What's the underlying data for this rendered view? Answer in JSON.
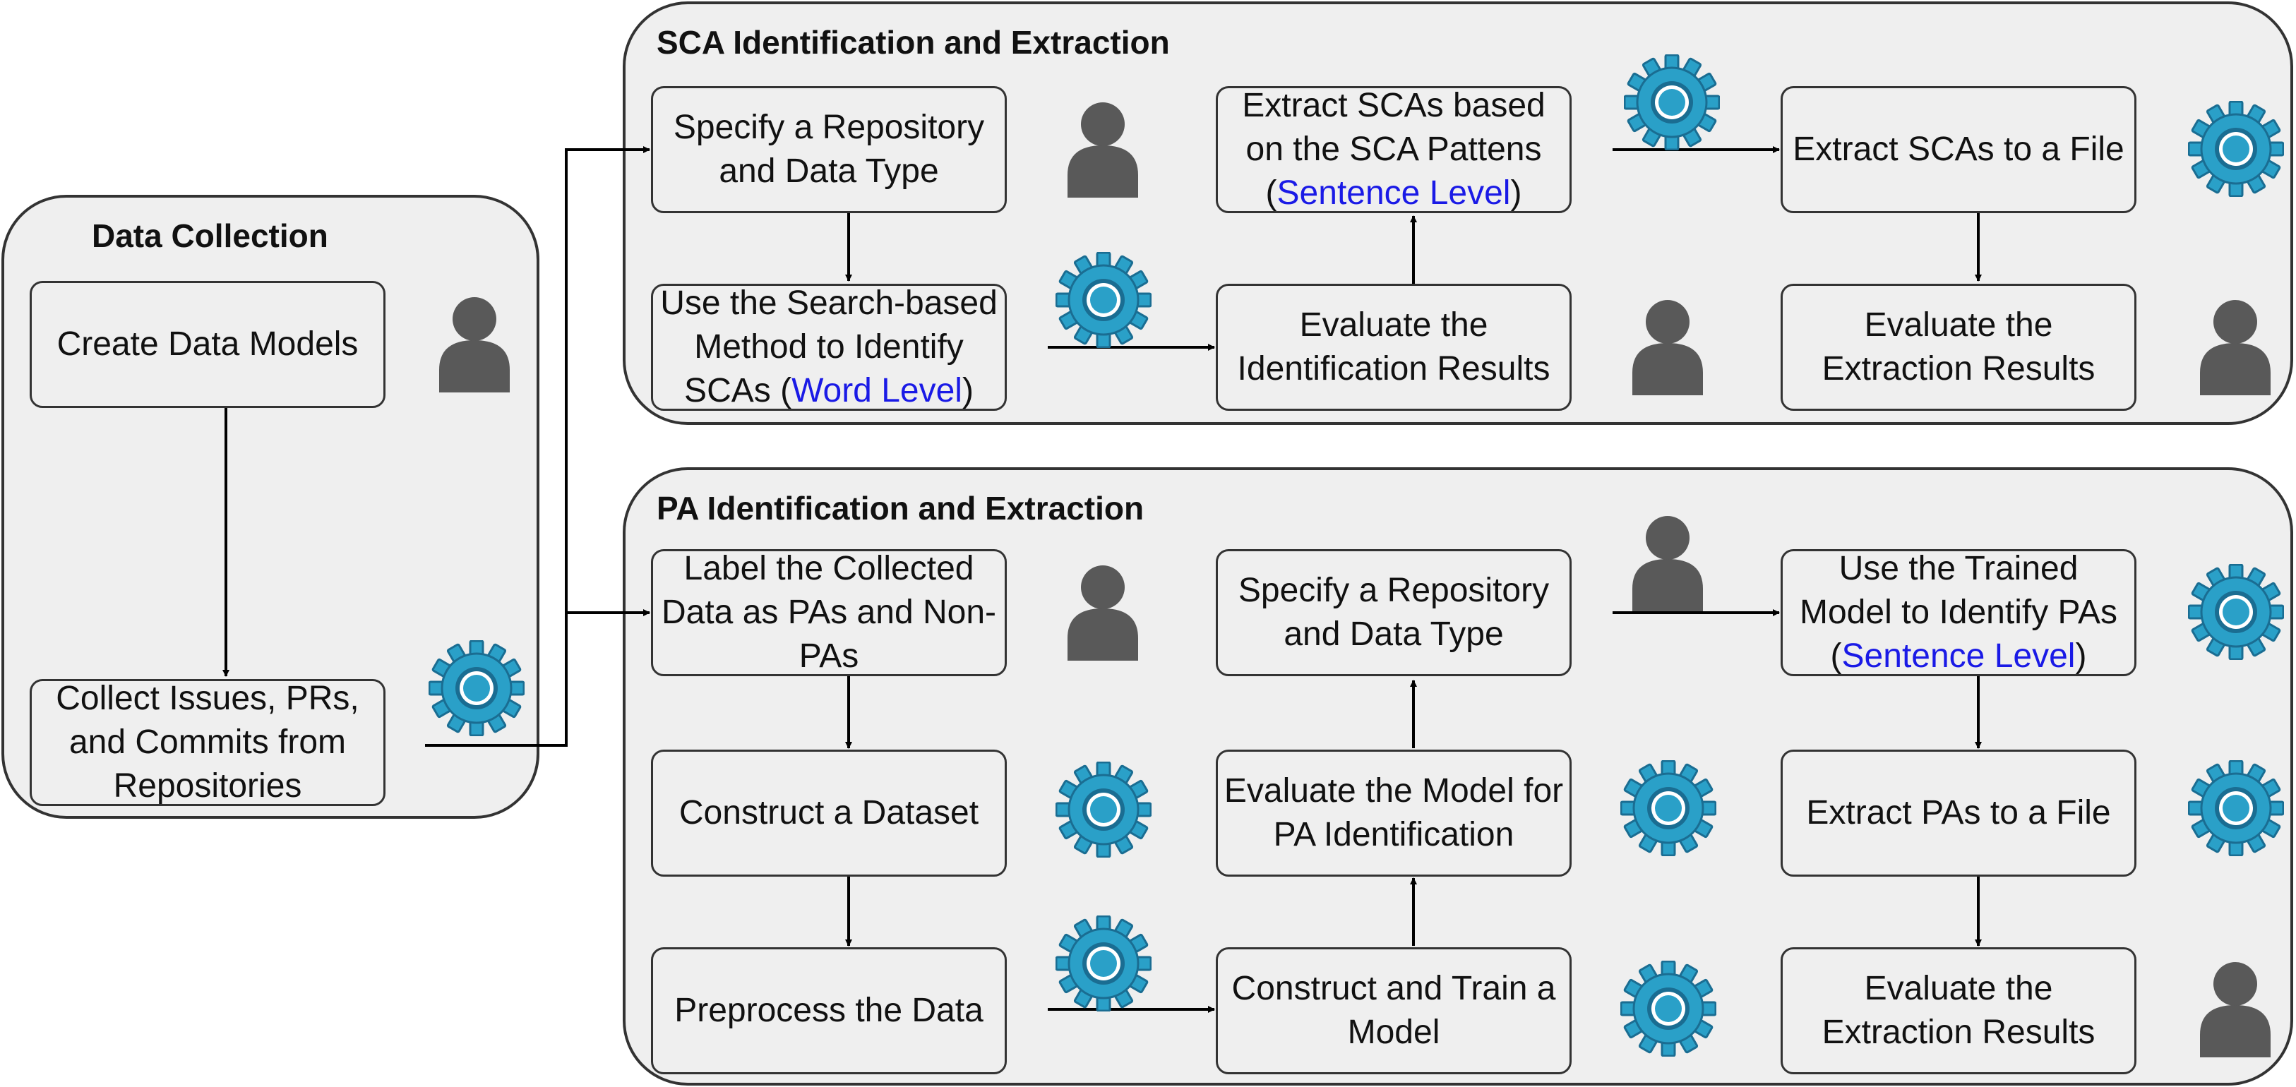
{
  "groups": {
    "data_collection": "Data Collection",
    "sca": "SCA Identification and Extraction",
    "pa": "PA Identification and Extraction"
  },
  "steps": {
    "create_models": {
      "text": "Create Data Models"
    },
    "collect": {
      "text": "Collect Issues, PRs, and Commits from Repositories"
    },
    "sca_specify": {
      "text": "Specify a Repository and Data Type"
    },
    "sca_search": {
      "pre": "Use the Search-based Method to Identify SCAs (",
      "link": "Word Level",
      "post": ")"
    },
    "sca_eval_ident": {
      "text": "Evaluate the Identification Results"
    },
    "sca_extract_patterns": {
      "pre": "Extract SCAs based on the SCA Pattens (",
      "link": "Sentence Level",
      "post": ")"
    },
    "sca_extract_file": {
      "text": "Extract SCAs to a File"
    },
    "sca_eval_extract": {
      "text": "Evaluate the Extraction Results"
    },
    "pa_label": {
      "text": "Label the Collected Data as PAs and Non-PAs"
    },
    "pa_dataset": {
      "text": "Construct a Dataset"
    },
    "pa_preprocess": {
      "text": "Preprocess the Data"
    },
    "pa_train": {
      "text": "Construct and Train a Model"
    },
    "pa_eval_model": {
      "text": "Evaluate the Model for PA Identification"
    },
    "pa_specify": {
      "text": "Specify a Repository and Data Type"
    },
    "pa_use_model": {
      "pre": "Use the Trained Model to Identify PAs (",
      "link": "Sentence Level",
      "post": ")"
    },
    "pa_extract_file": {
      "text": "Extract PAs to a File"
    },
    "pa_eval_extract": {
      "text": "Evaluate the Extraction Results"
    }
  },
  "icons": {
    "manual": "person-icon",
    "automated": "gear-icon"
  },
  "colors": {
    "container_fill": "#efefef",
    "stroke": "#333333",
    "person": "#595959",
    "gear": "#2aa0c8",
    "gear_dark": "#1a6d92",
    "highlight_text": "#1a1ae6"
  }
}
